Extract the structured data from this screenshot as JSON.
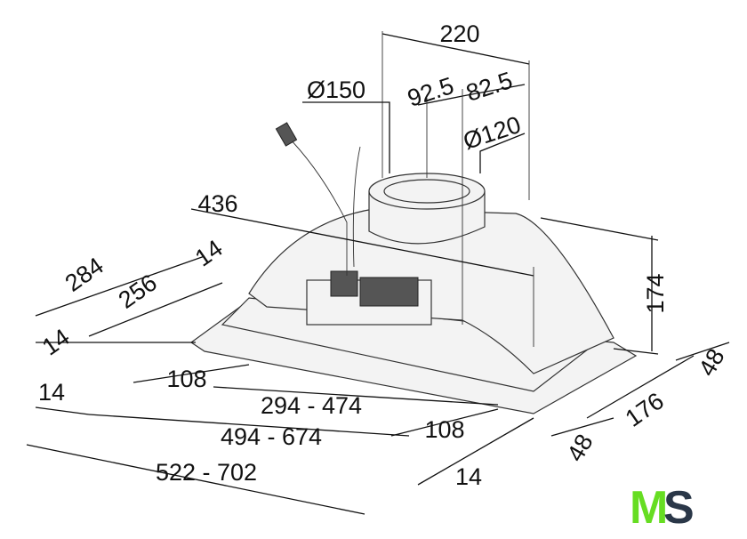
{
  "dimensions": {
    "width_top": "220",
    "dia_outer": "Ø150",
    "offset_a": "92.5",
    "offset_b": "82.5",
    "dia_inner": "Ø120",
    "depth_top": "436",
    "small_top": "14",
    "depth_outer": "284",
    "depth_inner": "256",
    "small_left": "14",
    "edge_left": "108",
    "cutout_range": "294 - 474",
    "small_left2": "14",
    "body_range": "494 - 674",
    "edge_right": "108",
    "overall_range": "522 - 702",
    "small_right": "14",
    "height": "174",
    "side_right": "48",
    "side_depth": "176",
    "side_bottom": "48"
  },
  "logo": {
    "text_m": "M",
    "text_s": "S",
    "color_m": "#66dd22",
    "color_s": "#2a3748"
  }
}
